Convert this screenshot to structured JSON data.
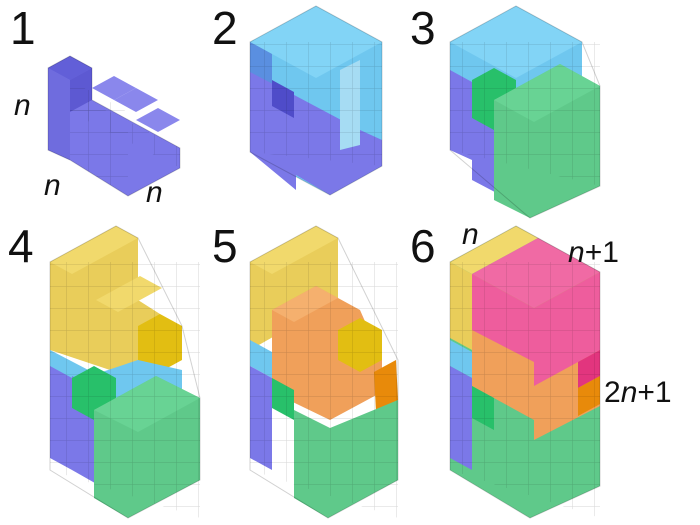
{
  "panel_numbers": [
    "1",
    "2",
    "3",
    "4",
    "5",
    "6"
  ],
  "labels": {
    "p1_height": "n",
    "p1_left": "n",
    "p1_right": "n",
    "p6_top_left": "n",
    "p6_top_right_var": "n",
    "p6_top_right_rest": "+1",
    "p6_side_coef": "2",
    "p6_side_var": "n",
    "p6_side_rest": "+1"
  },
  "colors": {
    "blue": "#7b78e8",
    "light_blue": "#6fc7ef",
    "green": "#5fc98a",
    "yellow": "#e9cd5a",
    "orange": "#f0a05a",
    "pink": "#ee5d9d",
    "dark_yellow": "#e2be12",
    "dark_orange": "#e88a0a",
    "dark_green": "#28c06a",
    "dark_pink": "#e2357e"
  }
}
